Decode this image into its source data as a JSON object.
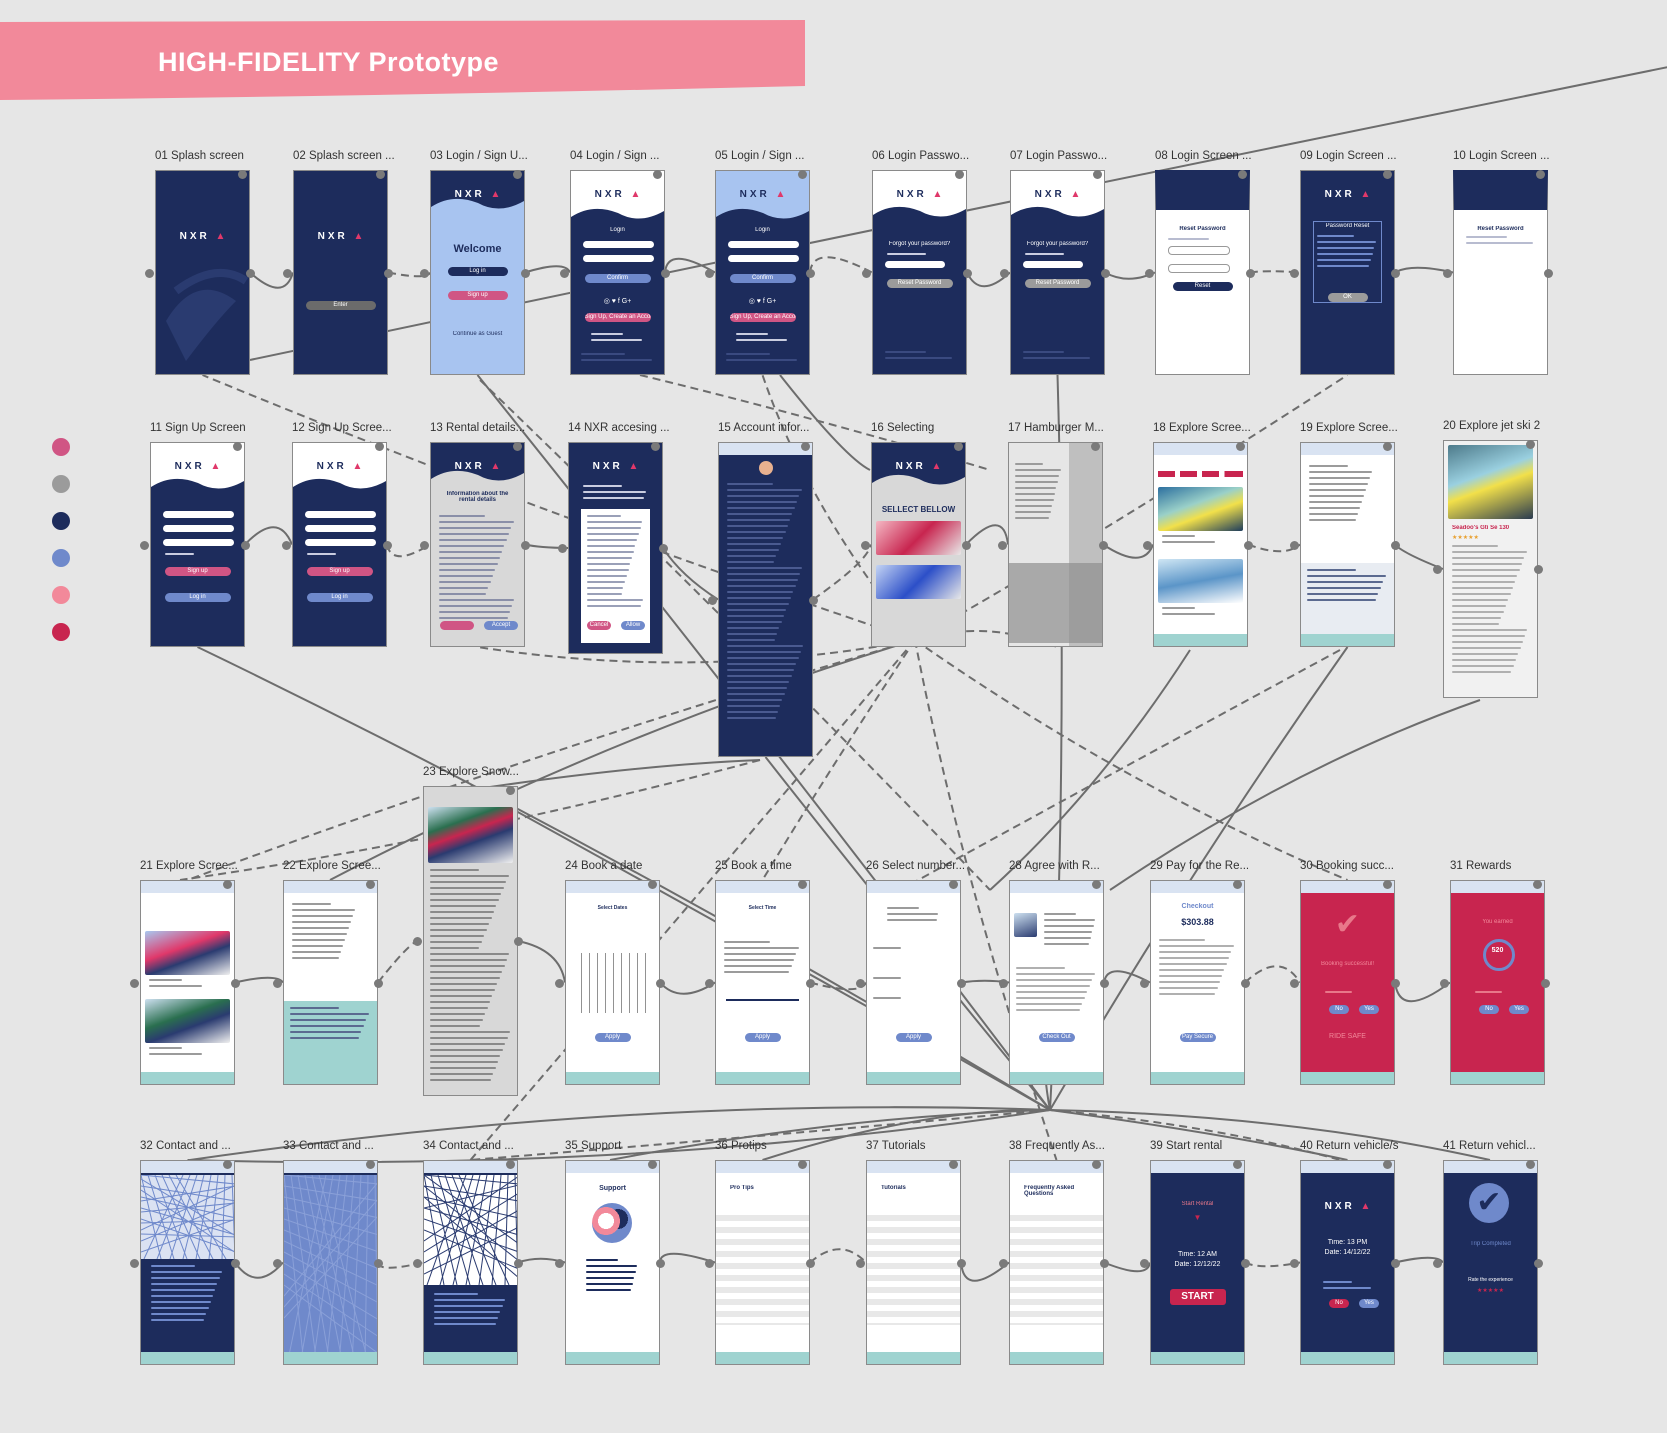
{
  "banner": {
    "title": "HIGH-FIDELITY Prototype",
    "color": "#f2899a"
  },
  "palette": [
    "#d05584",
    "#9b9b9b",
    "#1d2c5c",
    "#6f89cb",
    "#f2899a",
    "#c8254f"
  ],
  "frames": [
    {
      "label": "01  Splash screen",
      "type": "splash"
    },
    {
      "label": "02  Splash screen ...",
      "type": "splash2",
      "texts": {
        "button": "Enter"
      }
    },
    {
      "label": "03  Login / Sign U...",
      "type": "welcome",
      "texts": {
        "heading": "Welcome",
        "button1": "Log in",
        "button2": "Sign up",
        "link": "Continue as Guest"
      }
    },
    {
      "label": "04   Login / Sign ...",
      "type": "login",
      "texts": {
        "heading": "Login",
        "button1": "Confirm",
        "button2": "Sign Up, Create an Account"
      }
    },
    {
      "label": "05   Login / Sign ...",
      "type": "login2",
      "texts": {
        "heading": "Login",
        "button1": "Confirm",
        "button2": "Sign Up, Create an Account"
      }
    },
    {
      "label": "06   Login Passwo...",
      "type": "forgot",
      "texts": {
        "heading": "Forgot your password?",
        "button1": "Reset Password"
      }
    },
    {
      "label": "07   Login Passwo...",
      "type": "forgot2",
      "texts": {
        "heading": "Forgot your password?",
        "button1": "Reset Password"
      }
    },
    {
      "label": "08   Login Screen ...",
      "type": "reset",
      "texts": {
        "heading": "Reset Password",
        "button1": "Reset"
      }
    },
    {
      "label": "09   Login Screen ...",
      "type": "resetdark",
      "texts": {
        "heading": "Password Reset",
        "button1": "OK"
      }
    },
    {
      "label": "10   Login Screen ...",
      "type": "resetdone",
      "texts": {
        "heading": "Reset Password"
      }
    },
    {
      "label": "11  Sign Up Screen",
      "type": "signup",
      "texts": {
        "button1": "Sign up",
        "button2": "Log in"
      }
    },
    {
      "label": "12  Sign Up Scree...",
      "type": "signup2",
      "texts": {
        "button1": "Sign up",
        "button2": "Log in"
      }
    },
    {
      "label": "13   Rental details...",
      "type": "rental",
      "texts": {
        "heading": "Information about the rental details",
        "button2": "Accept"
      }
    },
    {
      "label": "14  NXR accesing ...",
      "type": "access",
      "texts": {
        "button1": "Cancel",
        "button2": "Allow"
      }
    },
    {
      "label": "15 Account infor...",
      "type": "account",
      "texts": {}
    },
    {
      "label": "16  Selecting",
      "type": "select",
      "texts": {
        "heading": "SELLECT BELLOW"
      }
    },
    {
      "label": "17  Hamburger M...",
      "type": "hamburger",
      "texts": {}
    },
    {
      "label": "18   Explore Scree...",
      "type": "explore",
      "texts": {}
    },
    {
      "label": "19   Explore Scree...",
      "type": "explorekb",
      "texts": {}
    },
    {
      "label": "20 Explore jet ski 2",
      "type": "jetski",
      "texts": {
        "heading": "Seadoo's Gti Se 130"
      }
    },
    {
      "label": "21  Explore Scree...",
      "type": "exploresnow",
      "texts": {}
    },
    {
      "label": "22   Explore Scree...",
      "type": "explorekb2",
      "texts": {}
    },
    {
      "label": "23  Explore Snow...",
      "type": "snowdetail",
      "texts": {}
    },
    {
      "label": "24  Book a date",
      "type": "bookdate",
      "texts": {
        "heading": "Select Dates",
        "button1": "Apply"
      }
    },
    {
      "label": "25  Book a time",
      "type": "booktime",
      "texts": {
        "heading": "Select Time",
        "button1": "Apply"
      }
    },
    {
      "label": "26  Select number...",
      "type": "number",
      "texts": {
        "button1": "Apply"
      }
    },
    {
      "label": "28   Agree with R...",
      "type": "agree",
      "texts": {
        "button1": "Check Out"
      }
    },
    {
      "label": "29  Pay for the Re...",
      "type": "pay",
      "texts": {
        "heading": "Checkout",
        "amount": "$303.88",
        "button1": "Pay Secure"
      }
    },
    {
      "label": "30   Booking succ...",
      "type": "success",
      "texts": {
        "heading": "Booking successful!",
        "button1": "No",
        "button2": "Yes",
        "footer": "RIDE SAFE"
      }
    },
    {
      "label": "31   Rewards",
      "type": "rewards",
      "texts": {
        "heading": "You earned",
        "points": "520",
        "button1": "No",
        "button2": "Yes"
      }
    },
    {
      "label": "32   Contact and ...",
      "type": "map",
      "texts": {}
    },
    {
      "label": "33   Contact and ...",
      "type": "map2",
      "texts": {}
    },
    {
      "label": "34   Contact and ...",
      "type": "map3",
      "texts": {}
    },
    {
      "label": "35  Support",
      "type": "support",
      "texts": {
        "heading": "Support"
      }
    },
    {
      "label": "36  Protips",
      "type": "protips",
      "texts": {
        "heading": "Pro Tips"
      }
    },
    {
      "label": "37  Tutorials",
      "type": "tutorials",
      "texts": {
        "heading": "Tutorials"
      }
    },
    {
      "label": "38  Frequently As...",
      "type": "faq",
      "texts": {
        "heading": "Frequently Asked Questions"
      }
    },
    {
      "label": "39  Start rental",
      "type": "start",
      "texts": {
        "heading": "Start Rental",
        "time": "Time: 12 AM",
        "date": "Date: 12/12/22",
        "button1": "START"
      }
    },
    {
      "label": "40  Return vehicle/s",
      "type": "return",
      "texts": {
        "time": "Time: 13 PM",
        "date": "Date: 14/12/22",
        "button1": "No",
        "button2": "Yes"
      }
    },
    {
      "label": "41   Return vehicl...",
      "type": "complete",
      "texts": {
        "heading": "Trip Completed",
        "sub": "Rate the experience"
      }
    }
  ]
}
